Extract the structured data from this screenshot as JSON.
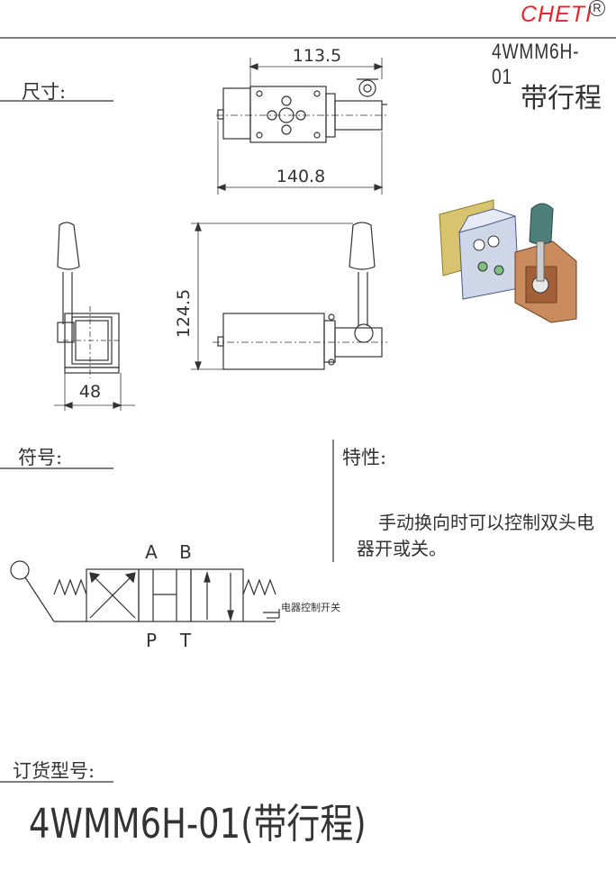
{
  "header": {
    "brand": "CHETI",
    "registered_mark": "R",
    "model": "4WMM6H-01",
    "subtitle": "带行程",
    "brand_color": "#e4262b"
  },
  "dimensions": {
    "section_label": "尺寸:",
    "width_top": "113.5",
    "width_total": "140.8",
    "height": "124.5",
    "side_width": "48"
  },
  "symbol": {
    "section_label": "符号:",
    "port_a": "A",
    "port_b": "B",
    "port_p": "P",
    "port_t": "T",
    "switch_label": "电器控制开关"
  },
  "features": {
    "section_label": "特性:",
    "description": "手动换向时可以控制双头电器开或关。"
  },
  "order": {
    "section_label": "订货型号:",
    "code": "4WMM6H-01(带行程)"
  }
}
